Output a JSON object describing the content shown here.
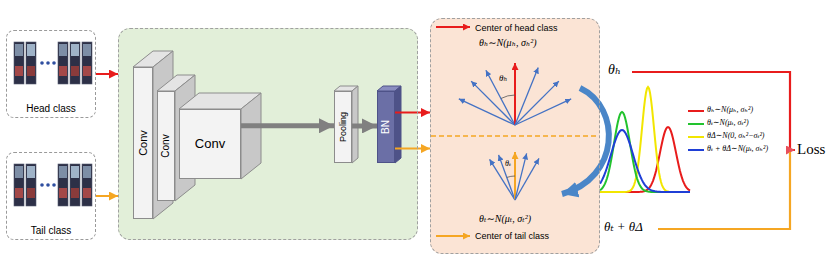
{
  "diagram": {
    "nodes": [
      {
        "text": [
          "Head class"
        ]
      },
      {
        "text": [
          "Tail class"
        ]
      },
      {
        "text": []
      },
      {
        "text": [
          "Conv"
        ],
        "in": 2
      },
      {
        "text": [
          "Conv"
        ],
        "in": 2
      },
      {
        "text": [
          "Conv"
        ],
        "in": 2
      },
      {
        "text": [
          "Pooling"
        ],
        "in": 2
      },
      {
        "text": [
          "BN"
        ],
        "in": 2
      },
      {
        "text": [
          "Center of head class",
          "θₕ∼N(μₕ, σₕ²)",
          "θₕ",
          "θₜ",
          "θₜ∼N(μₜ, σₜ²)",
          "Center of tail class"
        ]
      }
    ],
    "edges": [
      {
        "from": 0,
        "to": 2,
        "arrow": "to"
      },
      {
        "from": 1,
        "to": 2,
        "arrow": "to"
      },
      {
        "from": 5,
        "to": 6,
        "arrow": "to"
      },
      {
        "from": 6,
        "to": 7,
        "arrow": "to"
      },
      {
        "from": 7,
        "to": 8,
        "arrow": "to"
      },
      {
        "from": 7,
        "to": 8,
        "arrow": "to"
      }
    ],
    "labels": [
      "θₕ",
      "θₜ + θΔ",
      "Loss"
    ],
    "legend": [
      {
        "text": "θₕ∼N(μₕ, σₕ²)",
        "color": "#e81c1c"
      },
      {
        "text": "θₜ∼N(μₜ, σₜ²)",
        "color": "#22c32e"
      },
      {
        "text": "θΔ∼N(0, σₕ²−σₜ²)",
        "color": "#f2e600"
      },
      {
        "text": "θₜ + θΔ∼N(μₜ, σₕ²)",
        "color": "#1f3fd6"
      }
    ]
  }
}
